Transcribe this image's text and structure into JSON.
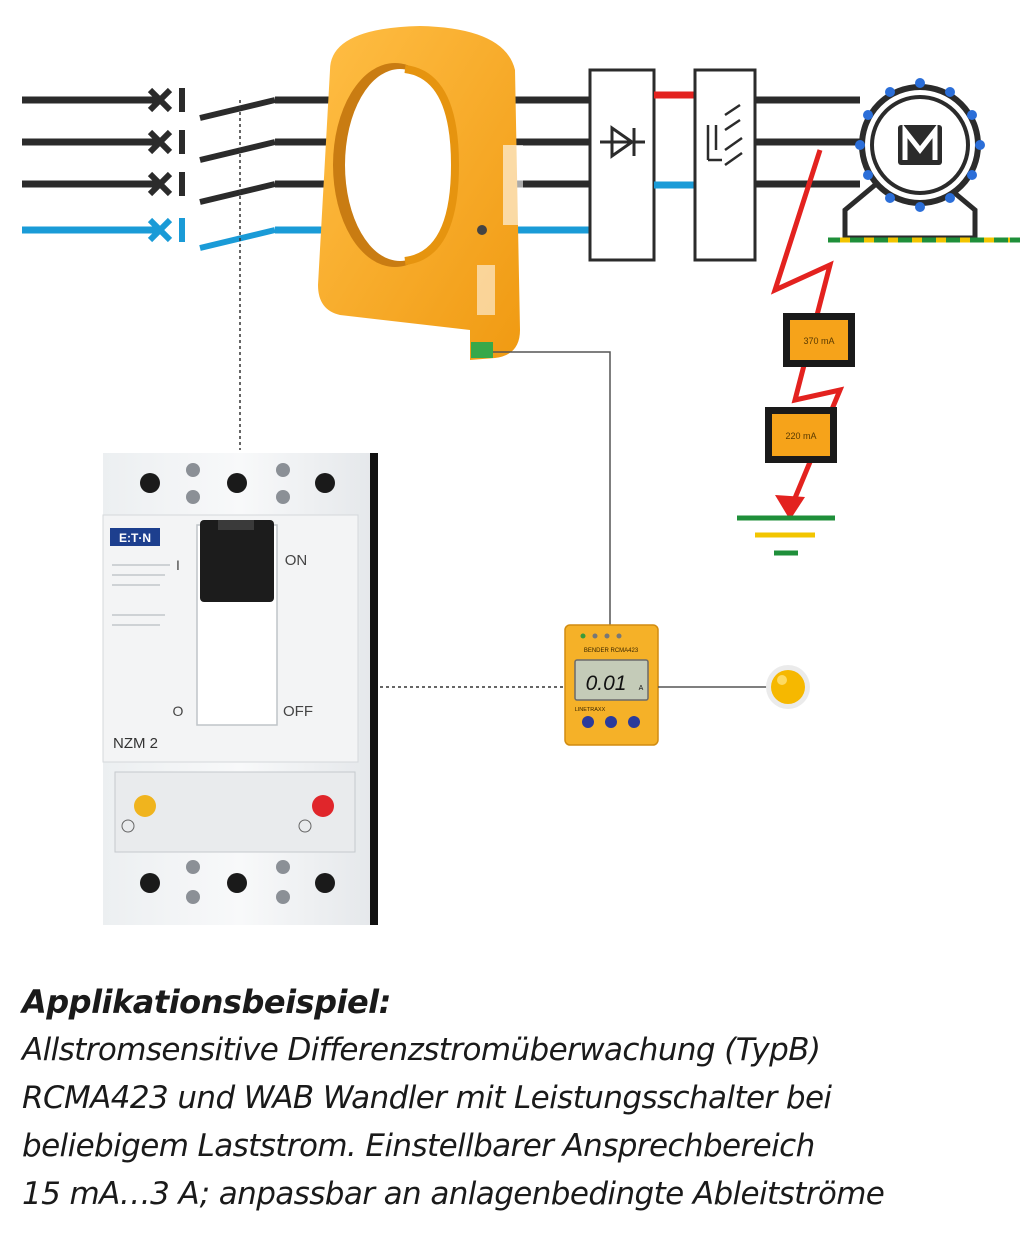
{
  "caption": {
    "title": "Applikationsbeispiel:",
    "lines": [
      "Allstromsensitive Differenzstromüberwachung (TypB)",
      "RCMA423 und WAB Wandler mit Leistungsschalter bei",
      "beliebigem Laststrom. Einstellbarer Ansprechbereich",
      "15 mA…3 A; anpassbar an anlagenbedingte Ableitströme"
    ]
  },
  "breaker": {
    "brand": "E:T·N",
    "model": "NZM 2",
    "on_label": "ON",
    "off_label": "OFF",
    "on_symbol": "I",
    "off_symbol": "O"
  },
  "monitor": {
    "brand": "BENDER RCMA423",
    "display": "0.01",
    "display_unit": "A",
    "sub_label": "LINETRAXX"
  },
  "fault_path": {
    "current_1": "370 mA",
    "current_2": "220 mA"
  },
  "colors": {
    "phase_line": "#2b2b2b",
    "neutral_line": "#1a9bd7",
    "transformer": "#f7a823",
    "fault_line": "#e3221f",
    "earth_green": "#1f8f3a",
    "earth_yellow": "#f2c500",
    "monitor_body": "#f5b128",
    "lamp": "#f6b800"
  },
  "icons": [
    "disconnect-cross-icon",
    "rectifier-diode-icon",
    "igbt-inverter-icon",
    "motor-icon",
    "ground-icon",
    "indicator-lamp-icon"
  ]
}
